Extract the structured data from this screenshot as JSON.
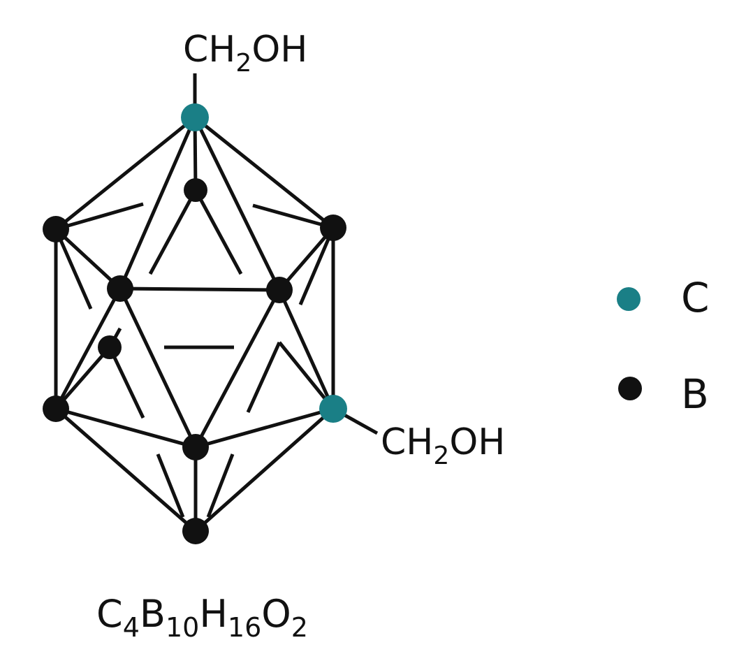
{
  "substituent_top": {
    "main": "CH",
    "sub": "2",
    "tail": "OH"
  },
  "substituent_right": {
    "main": "CH",
    "sub": "2",
    "tail": "OH"
  },
  "formula": [
    {
      "t": "C",
      "sub": "4"
    },
    {
      "t": "B",
      "sub": "10"
    },
    {
      "t": "H",
      "sub": "16"
    },
    {
      "t": "O",
      "sub": "2"
    }
  ],
  "legend": [
    {
      "label": "C",
      "color": "#1a7f86",
      "icon": "carbon-atom-dot"
    },
    {
      "label": "B",
      "color": "#111111",
      "icon": "boron-atom-dot"
    }
  ],
  "colors": {
    "carbon": "#1a7f86",
    "boron": "#111111",
    "bond": "#111111"
  }
}
